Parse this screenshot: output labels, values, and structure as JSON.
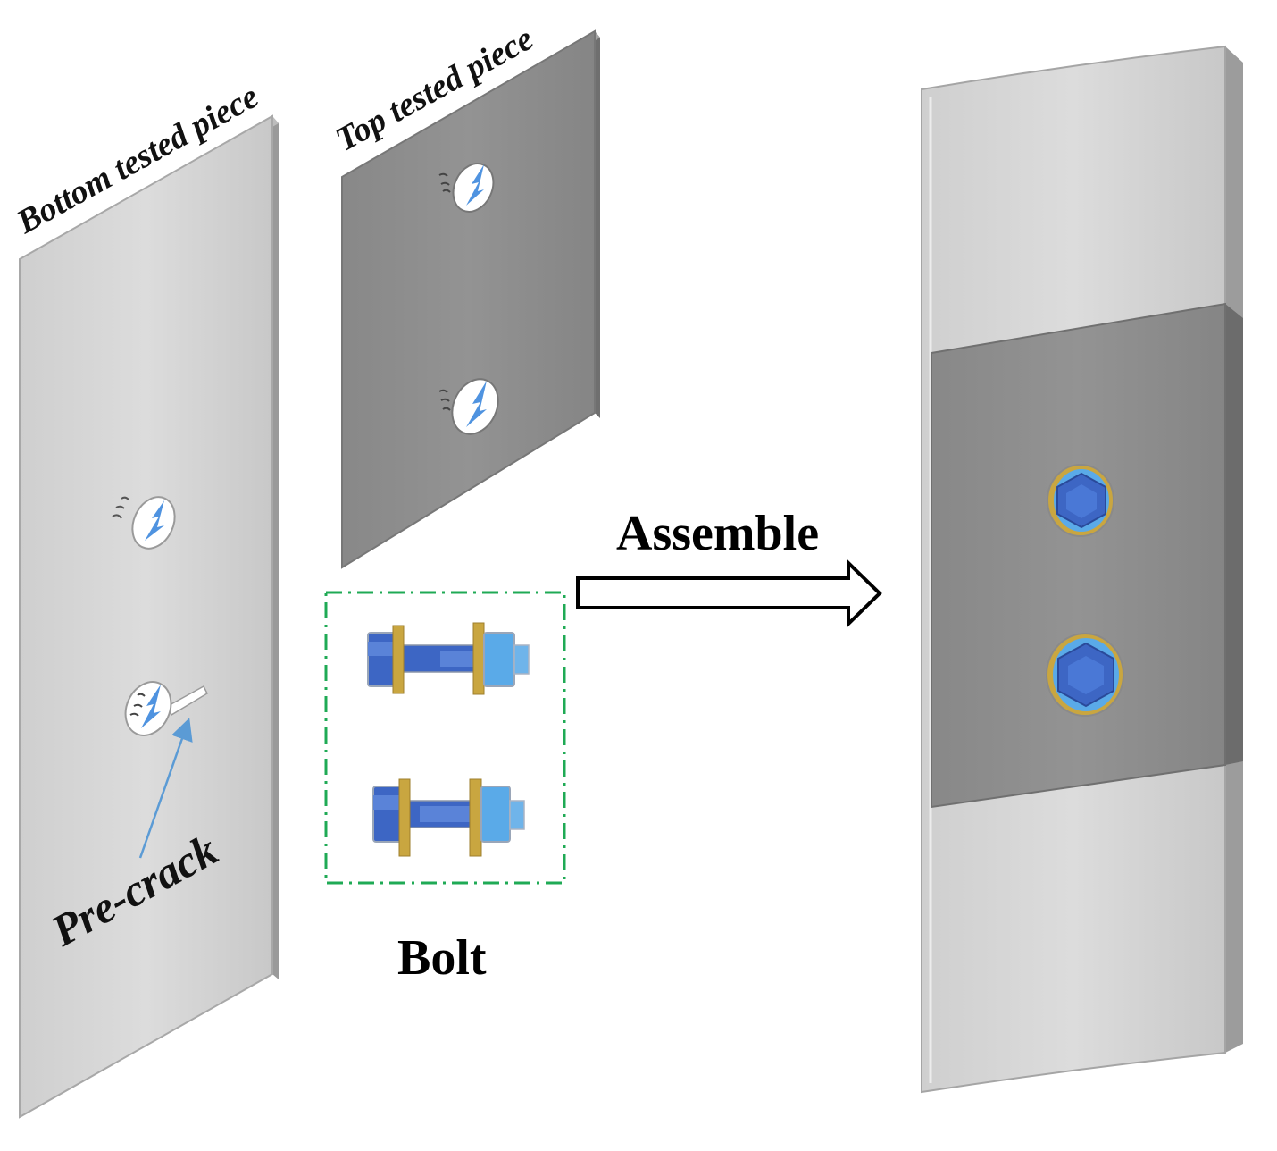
{
  "labels": {
    "bottom_piece": "Bottom tested piece",
    "top_piece": "Top tested piece",
    "pre_crack": "Pre-crack",
    "assemble": "Assemble",
    "bolt": "Bolt"
  },
  "colors": {
    "light_plate": "#d6d6d6",
    "dark_plate": "#8f8f8f",
    "bolt_blue": "#3f6fc8",
    "bolt_light_blue": "#5aaae8",
    "washer_gold": "#c9a640",
    "dashed_box": "#1faa55",
    "pointer_blue": "#5b9bd5"
  }
}
